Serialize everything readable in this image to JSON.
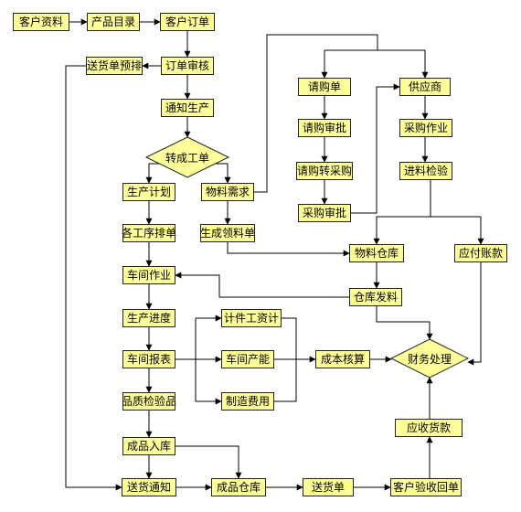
{
  "nodes": {
    "customer_info": "客户资料",
    "product_catalog": "产品目录",
    "customer_order": "客户订单",
    "delivery_schedule": "送货单预排",
    "order_review": "订单审核",
    "notify_production": "通知生产",
    "convert_work_order": "转成工单",
    "production_plan": "生产计划",
    "material_demand": "物料需求",
    "process_scheduling": "各工序排单",
    "generate_picking_list": "生成领料单",
    "workshop_operation": "车间作业",
    "production_progress": "生产进度",
    "workshop_report": "车间报表",
    "quality_inspection": "品质检验品",
    "finished_goods_in": "成品入库",
    "delivery_notice": "送货通知",
    "finished_goods_warehouse": "成品仓库",
    "delivery_note": "送货单",
    "customer_receipt": "客户验收回单",
    "purchase_request": "请购单",
    "request_approval": "请购审批",
    "request_to_purchase": "请购转采购",
    "purchase_approval": "采购审批",
    "supplier": "供应商",
    "purchasing": "采购作业",
    "incoming_inspection": "进料检验",
    "material_warehouse": "物料仓库",
    "accounts_payable": "应付账款",
    "warehouse_issue": "仓库发料",
    "piece_wage": "计件工资计",
    "workshop_output": "车间产能",
    "manufacturing_cost": "制造费用",
    "cost_accounting": "成本核算",
    "financial_processing": "财务处理",
    "accounts_receivable": "应收货款"
  }
}
